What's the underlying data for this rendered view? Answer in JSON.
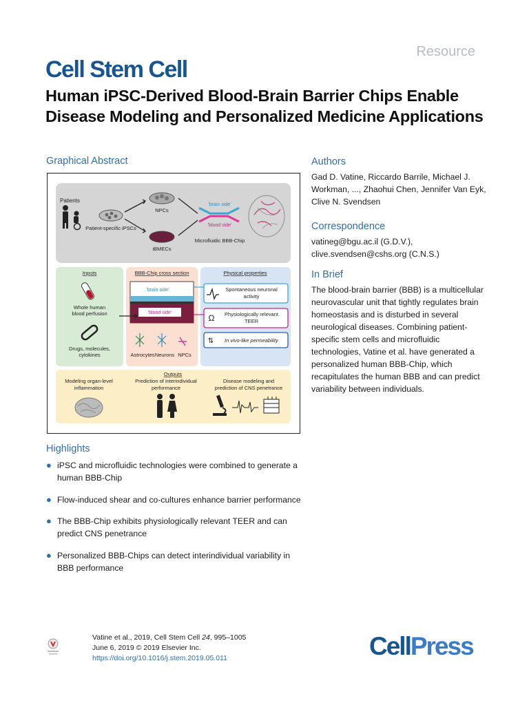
{
  "header": {
    "resource": "Resource",
    "journal": "Cell Stem Cell",
    "title": "Human iPSC-Derived Blood-Brain Barrier Chips Enable Disease Modeling and Personalized Medicine Applications"
  },
  "graphical_abstract": {
    "heading": "Graphical Abstract",
    "top": {
      "patients": "Patients",
      "ipscs": "Patient-specific iPSCs",
      "npcs": "NPCs",
      "ibmecs": "iBMECs",
      "brain_side": "'brain side'",
      "blood_side": "'blood side'",
      "chip": "Microfluidic BBB-Chip"
    },
    "inputs": {
      "heading": "Inputs",
      "blood": "Whole human blood perfusion",
      "drugs": "Drugs, molecules, cytokines"
    },
    "cross_section": {
      "heading": "BBB-Chip cross section",
      "brain_side": "'brain side'",
      "blood_side": "'blood side'",
      "astrocytes": "Astrocytes",
      "neurons": "Neurons",
      "npcs": "NPCs"
    },
    "physical": {
      "heading": "Physical properties",
      "p1": "Spontaneous neuronal activity",
      "p2": "Physiologically relevant TEER",
      "p3": "In vivo-like permeability"
    },
    "outputs": {
      "heading": "Outputs",
      "o1": "Modeling organ-level inflammation",
      "o2": "Prediction of interindividual performance",
      "o3": "Disease modeling and prediction of CNS penetrance"
    }
  },
  "authors": {
    "heading": "Authors",
    "text": "Gad D. Vatine, Riccardo Barrile, Michael J. Workman, ..., Zhaohui Chen, Jennifer Van Eyk, Clive N. Svendsen"
  },
  "correspondence": {
    "heading": "Correspondence",
    "line1": "vatineg@bgu.ac.il (G.D.V.),",
    "line2": "clive.svendsen@cshs.org (C.N.S.)"
  },
  "in_brief": {
    "heading": "In Brief",
    "text": "The blood-brain barrier (BBB) is a multicellular neurovascular unit that tightly regulates brain homeostasis and is disturbed in several neurological diseases. Combining patient-specific stem cells and microfluidic technologies, Vatine et al. have generated a personalized human BBB-Chip, which recapitulates the human BBB and can predict variability between individuals."
  },
  "highlights": {
    "heading": "Highlights",
    "items": [
      "iPSC and microfluidic technologies were combined to generate a human BBB-Chip",
      "Flow-induced shear and co-cultures enhance barrier performance",
      "The BBB-Chip exhibits physiologically relevant TEER and can predict CNS penetrance",
      "Personalized BBB-Chips can detect interindividual variability in BBB performance"
    ]
  },
  "footer": {
    "citation_prefix": "Vatine et al., 2019, Cell Stem Cell ",
    "volume": "24",
    "citation_suffix": ", 995–1005",
    "date": "June 6, 2019 © 2019 Elsevier Inc.",
    "doi": "https://doi.org/10.1016/j.stem.2019.05.011",
    "publisher_cell": "Cell",
    "publisher_press": "Press"
  }
}
